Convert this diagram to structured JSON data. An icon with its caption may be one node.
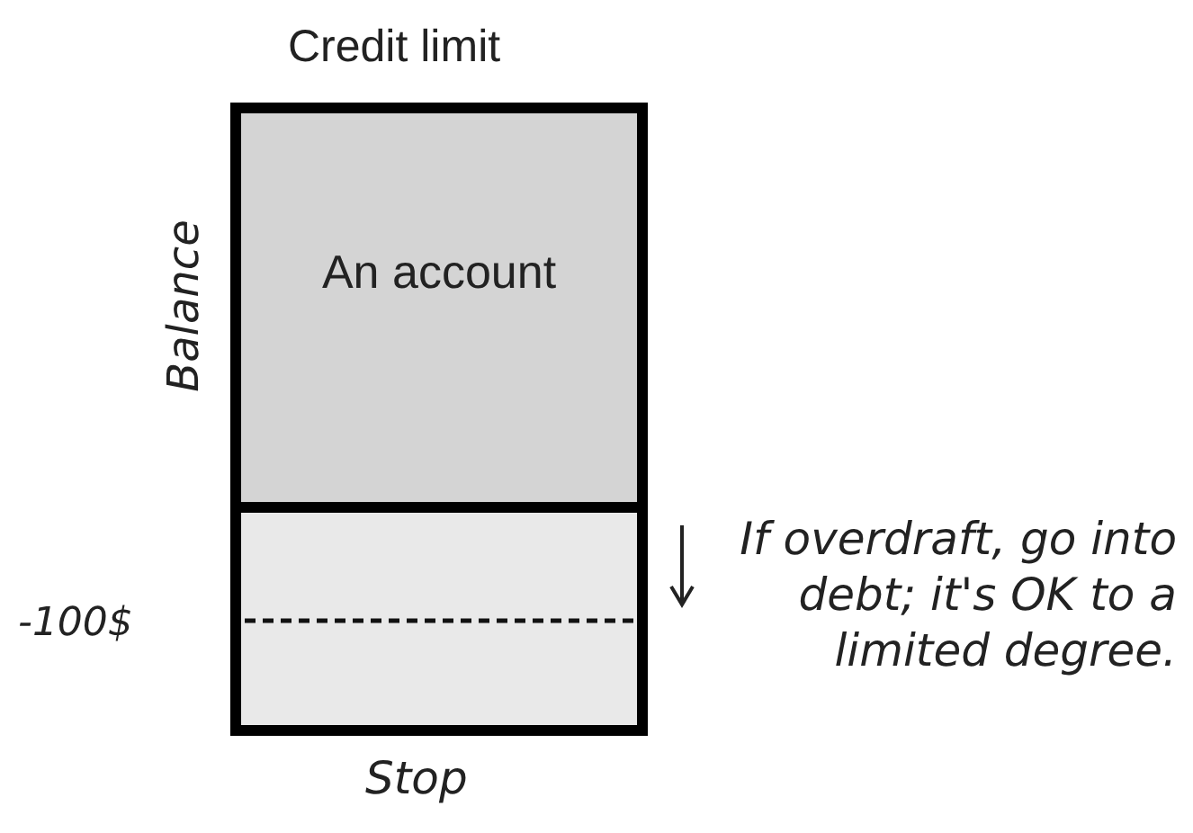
{
  "diagram": {
    "nodes": [
      {
        "text": [
          "An account"
        ]
      },
      {
        "text": [],
        "shape": "box"
      }
    ],
    "edges": [],
    "labels": [
      "Credit limit",
      "Balance",
      "-100$",
      "If overdraft, go into debt; it's OK to a limited degree.",
      "Stop"
    ]
  }
}
